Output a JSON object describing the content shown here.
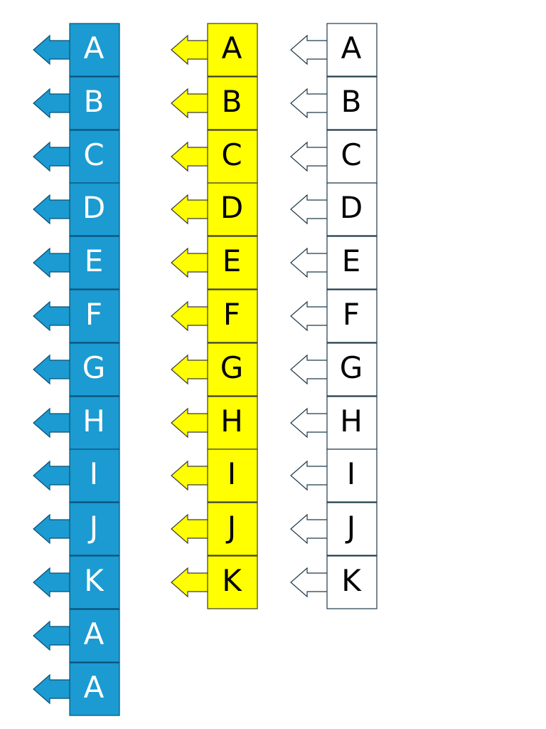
{
  "columns": [
    {
      "id": "blue",
      "fill": "#1b9bd1",
      "stroke": "#0b4f75",
      "text_color": "#ffffff",
      "labels": [
        "A",
        "B",
        "C",
        "D",
        "E",
        "F",
        "G",
        "H",
        "I",
        "J",
        "K",
        "A",
        "A"
      ]
    },
    {
      "id": "yellow",
      "fill": "#ffff00",
      "stroke": "#3a3a3a",
      "text_color": "#000000",
      "labels": [
        "A",
        "B",
        "C",
        "D",
        "E",
        "F",
        "G",
        "H",
        "I",
        "J",
        "K"
      ]
    },
    {
      "id": "white",
      "fill": "#ffffff",
      "stroke": "#1f3a4a",
      "text_color": "#000000",
      "labels": [
        "A",
        "B",
        "C",
        "D",
        "E",
        "F",
        "G",
        "H",
        "I",
        "J",
        "K"
      ]
    }
  ]
}
